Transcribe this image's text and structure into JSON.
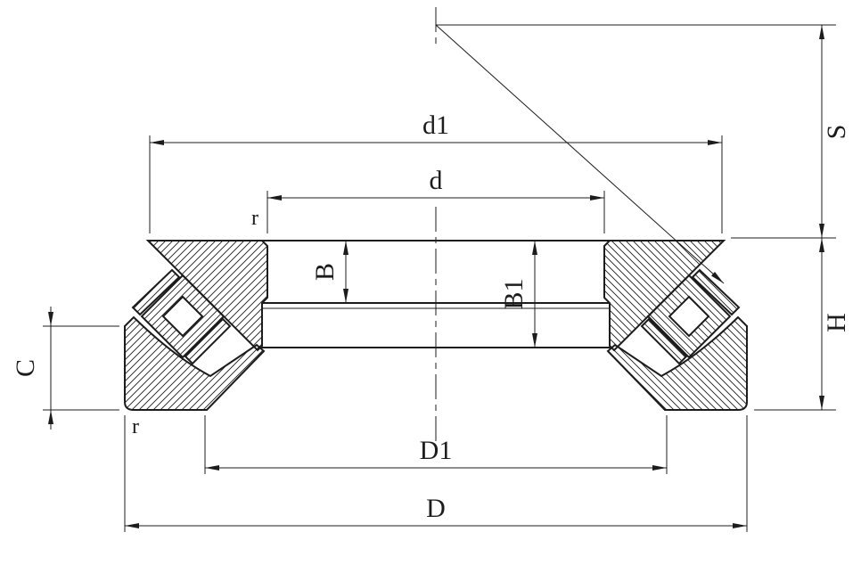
{
  "diagram": {
    "colors": {
      "line": "#1c1c1c",
      "background": "#ffffff"
    },
    "dimension_labels": {
      "d1": "d1",
      "d": "d",
      "r_bore": "r",
      "B": "B",
      "B1": "B1",
      "S": "S",
      "H": "H",
      "C": "C",
      "D1": "D1",
      "D": "D",
      "r_outer": "r"
    }
  }
}
